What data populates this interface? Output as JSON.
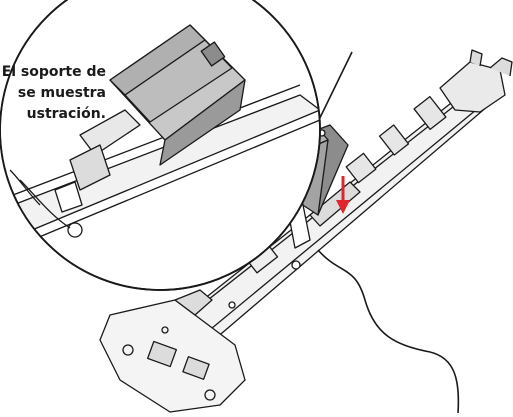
{
  "callout": {
    "lines": [
      "El soporte de",
      "se muestra",
      "ustración."
    ]
  },
  "colors": {
    "line": "#1a1a1a",
    "part_fill": "#d9d9d9",
    "part_dark": "#8c8c8c",
    "arrow": "#e0262d"
  },
  "icons": {
    "direction": "down-arrow-icon"
  }
}
